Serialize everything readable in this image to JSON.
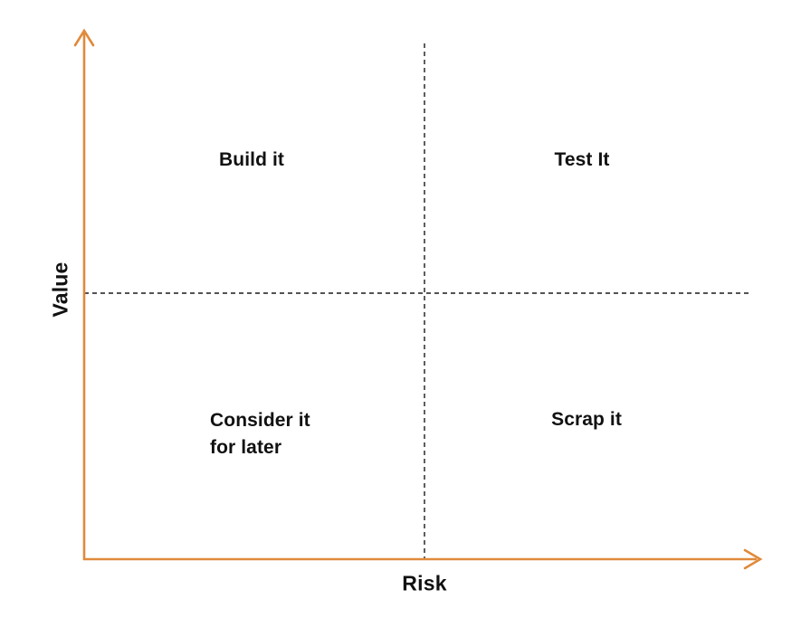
{
  "diagram": {
    "type": "2x2-matrix",
    "axes": {
      "x": {
        "label": "Risk",
        "direction": "increasing-right"
      },
      "y": {
        "label": "Value",
        "direction": "increasing-up"
      },
      "color": "#E08A3C"
    },
    "divider_color": "#1a1a1a",
    "label_color": "#111111",
    "quadrants": [
      {
        "id": "high-value-low-risk",
        "position": "top-left",
        "label": "Build it"
      },
      {
        "id": "high-value-high-risk",
        "position": "top-right",
        "label": "Test It"
      },
      {
        "id": "low-value-low-risk",
        "position": "bottom-left",
        "label": "Consider it\nfor later"
      },
      {
        "id": "low-value-high-risk",
        "position": "bottom-right",
        "label": "Scrap it"
      }
    ]
  }
}
